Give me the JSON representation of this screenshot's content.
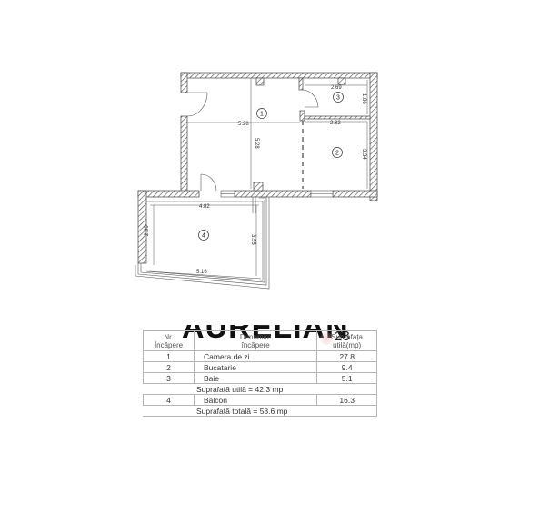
{
  "floor_plan": {
    "rooms": [
      {
        "id": "1",
        "label": "1"
      },
      {
        "id": "2",
        "label": "2"
      },
      {
        "id": "3",
        "label": "3"
      },
      {
        "id": "4",
        "label": "4"
      }
    ],
    "dimensions": {
      "room1_width": "5.28",
      "room1_height": "5.28",
      "room3_width": "2.69",
      "room3_height": "1.86",
      "room2_width": "2.82",
      "room2_height": "3.34",
      "balcony_top": "4.82",
      "balcony_left": "2.90",
      "balcony_right": "3.55",
      "balcony_bottom": "5.16"
    },
    "colors": {
      "wall_hatch": "#555555",
      "line": "#444444"
    }
  },
  "watermark": {
    "text": "AURELIAN",
    "number": "23"
  },
  "schedule": {
    "headers": {
      "nr": [
        "Nr.",
        "Încăpere"
      ],
      "name": [
        "Denumire",
        "încăpere"
      ],
      "area": [
        "Suprafața",
        "utilă(mp)"
      ]
    },
    "rows": [
      {
        "nr": "1",
        "name": "Camera de zi",
        "area": "27.8"
      },
      {
        "nr": "2",
        "name": "Bucatarie",
        "area": "9.4"
      },
      {
        "nr": "3",
        "name": "Baie",
        "area": "5.1"
      }
    ],
    "subtotal": "Suprafață utilă = 42.3 mp",
    "balcony_row": {
      "nr": "4",
      "name": "Balcon",
      "area": "16.3"
    },
    "total": "Suprafață totală = 58.6 mp"
  }
}
